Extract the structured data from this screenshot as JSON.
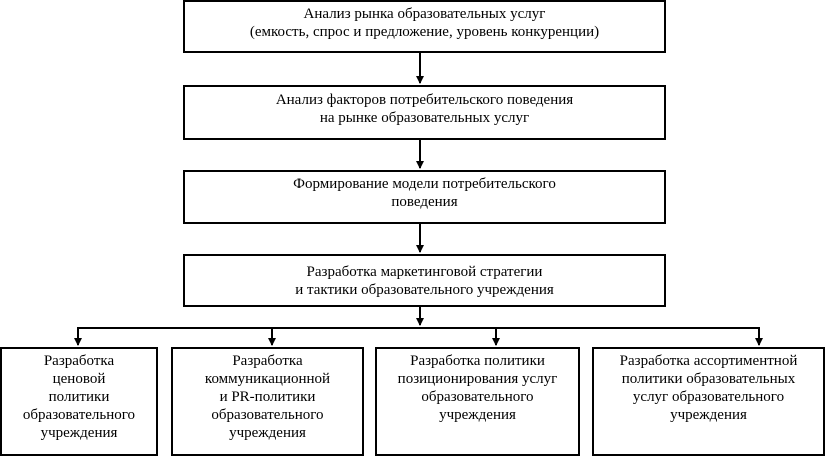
{
  "diagram": {
    "main_steps": [
      {
        "lines": [
          "Анализ рынка образовательных услуг",
          "(емкость, спрос и предложение, уровень конкуренции)"
        ]
      },
      {
        "lines": [
          "Анализ факторов потребительского поведения",
          "на рынке образовательных услуг"
        ]
      },
      {
        "lines": [
          "Формирование модели потребительского",
          "поведения"
        ]
      },
      {
        "lines": [
          "Разработка маркетинговой стратегии",
          "и тактики образовательного учреждения"
        ]
      }
    ],
    "branches": [
      {
        "lines": [
          "Разработка",
          "ценовой",
          "политики",
          "образовательного",
          "учреждения"
        ]
      },
      {
        "lines": [
          "Разработка",
          "коммуникационной",
          "и PR-политики",
          "образовательного",
          "учреждения"
        ]
      },
      {
        "lines": [
          "Разработка политики",
          "позиционирования услуг",
          "образовательного",
          "учреждения"
        ]
      },
      {
        "lines": [
          "Разработка ассортиментной",
          "политики образовательных",
          "услуг образовательного",
          "учреждения"
        ]
      }
    ]
  }
}
